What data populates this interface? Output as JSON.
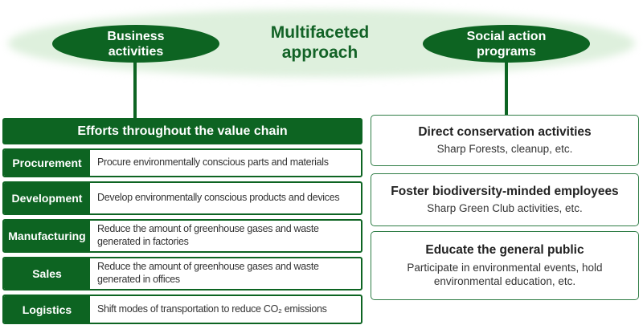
{
  "colors": {
    "dark_green": "#0d6422",
    "box_border_green": "#2f7d46",
    "halo_light_green": "#def0dd",
    "title_green": "#136327",
    "body_text": "#333333"
  },
  "main_title": "Multifaceted\napproach",
  "left_branch": {
    "bubble_label": "Business\nactivities",
    "panel": {
      "header": "Efforts throughout the value chain",
      "rows": [
        {
          "label": "Procurement",
          "description": "Procure environmentally conscious parts and materials"
        },
        {
          "label": "Development",
          "description": "Develop environmentally conscious products and devices"
        },
        {
          "label": "Manufacturing",
          "description": "Reduce the amount of greenhouse gases and waste generated in factories"
        },
        {
          "label": "Sales",
          "description": "Reduce the amount of greenhouse gases and waste generated in offices"
        },
        {
          "label": "Logistics",
          "description": "Shift modes of transportation to reduce CO₂ emissions"
        }
      ]
    }
  },
  "right_branch": {
    "bubble_label": "Social action\nprograms",
    "boxes": [
      {
        "title": "Direct conservation activities",
        "subtitle": "Sharp Forests, cleanup, etc."
      },
      {
        "title": "Foster biodiversity-minded employees",
        "subtitle": "Sharp Green Club activities, etc."
      },
      {
        "title": "Educate the general public",
        "subtitle": "Participate in environmental events, hold environmental education, etc."
      }
    ]
  }
}
